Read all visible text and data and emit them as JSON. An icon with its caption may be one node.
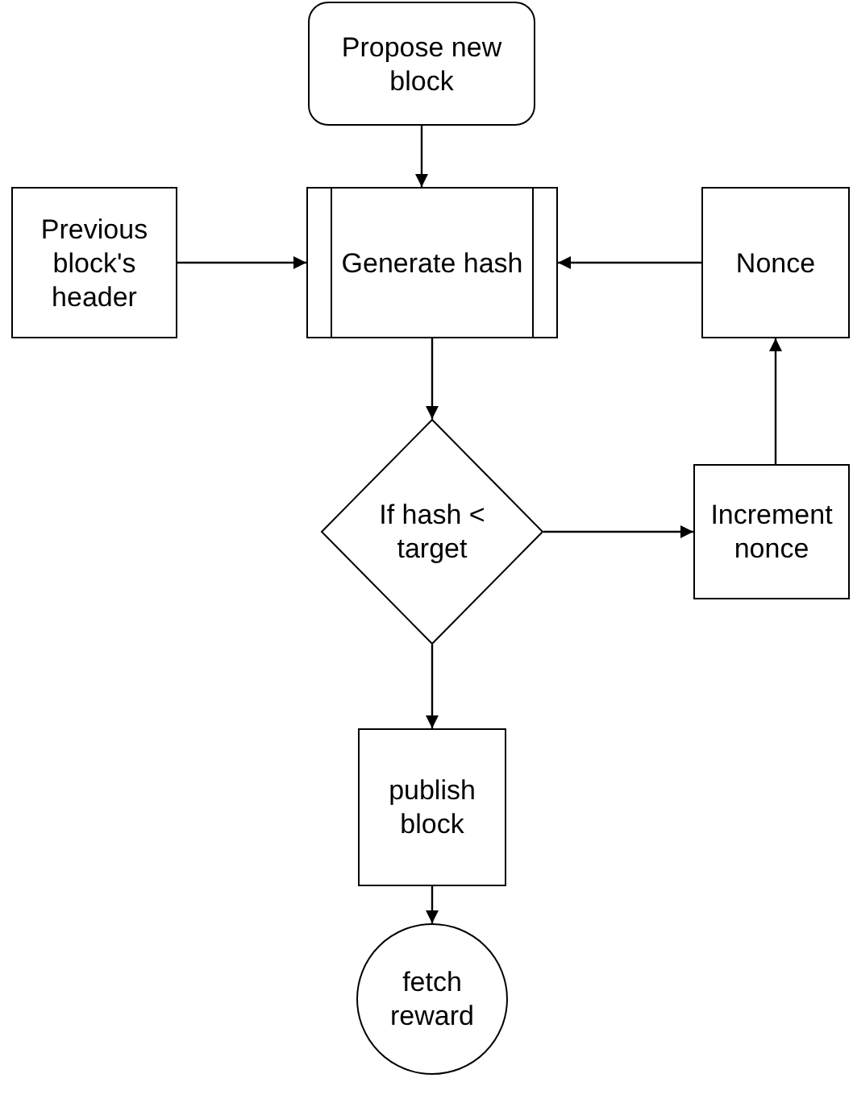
{
  "diagram": {
    "nodes": [
      {
        "text": [
          "Propose new block"
        ]
      },
      {
        "text": [
          "Generate hash"
        ]
      },
      {
        "text": [
          "Previous block's header"
        ]
      },
      {
        "text": [
          "Nonce"
        ]
      },
      {
        "text": [
          "If hash < target"
        ]
      },
      {
        "text": [
          "Increment nonce"
        ]
      },
      {
        "text": [
          "publish block"
        ]
      },
      {
        "text": [
          "fetch reward"
        ]
      }
    ],
    "edges": [
      {
        "from": 0,
        "to": 1,
        "arrow": "to"
      },
      {
        "from": 2,
        "to": 1,
        "arrow": "to"
      },
      {
        "from": 3,
        "to": 1,
        "arrow": "to"
      },
      {
        "from": 1,
        "to": 4,
        "arrow": "to"
      },
      {
        "from": 4,
        "to": 5,
        "arrow": "to"
      },
      {
        "from": 5,
        "to": 3,
        "arrow": "to"
      },
      {
        "from": 4,
        "to": 6,
        "arrow": "to"
      },
      {
        "from": 6,
        "to": 7,
        "arrow": "to"
      }
    ]
  }
}
